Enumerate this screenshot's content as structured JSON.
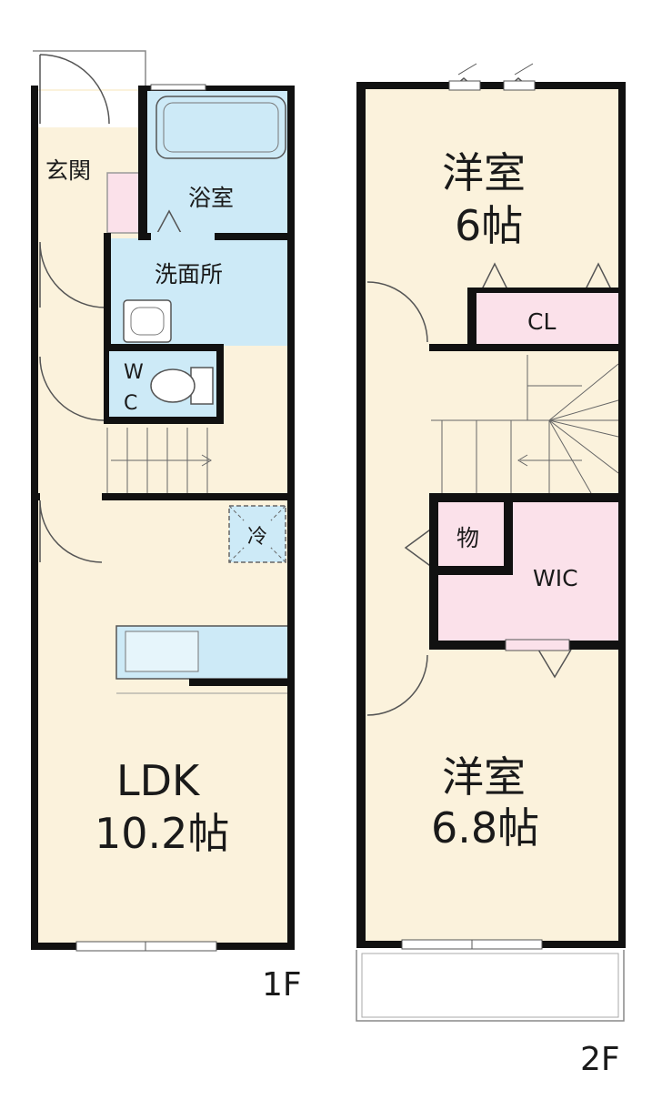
{
  "floor_1": {
    "label": "1F",
    "rooms": {
      "genkan": "玄関",
      "bath": "浴室",
      "washroom": "洗面所",
      "wc_w": "W",
      "wc_c": "C",
      "fridge": "冷",
      "ldk_name": "LDK",
      "ldk_size": "10.2帖"
    }
  },
  "floor_2": {
    "label": "2F",
    "rooms": {
      "north_name": "洋室",
      "north_size": "6帖",
      "closet": "CL",
      "storage": "物",
      "wic": "WIC",
      "south_name": "洋室",
      "south_size": "6.8帖"
    }
  },
  "colors": {
    "wall": "#111111",
    "floor_beige": "#fbf2dc",
    "wet_blue": "#cdeaf7",
    "storage_pink": "#fbe1ea",
    "fixture_stroke": "#555555"
  }
}
